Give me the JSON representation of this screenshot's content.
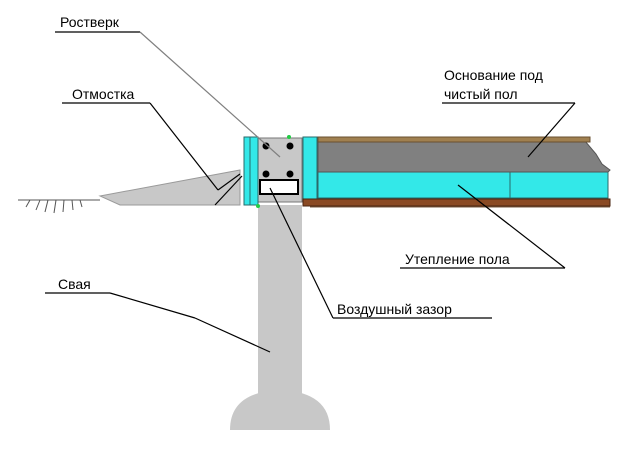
{
  "labels": {
    "grillage": "Ростверк",
    "blind_area": "Отмостка",
    "subfloor_base_line1": "Основание под",
    "subfloor_base_line2": "чистый пол",
    "floor_insulation": "Утепление пола",
    "air_gap": "Воздушный зазор",
    "pile": "Свая"
  },
  "colors": {
    "concrete": "#c8c8c8",
    "insulation": "#33e8e8",
    "floor_base": "#808080",
    "board": "#8a4a24",
    "wood_strip": "#a08050",
    "leader": "#000000",
    "leader_grey": "#808080",
    "rebar": "#000000",
    "air_gap": "#ffffff"
  }
}
